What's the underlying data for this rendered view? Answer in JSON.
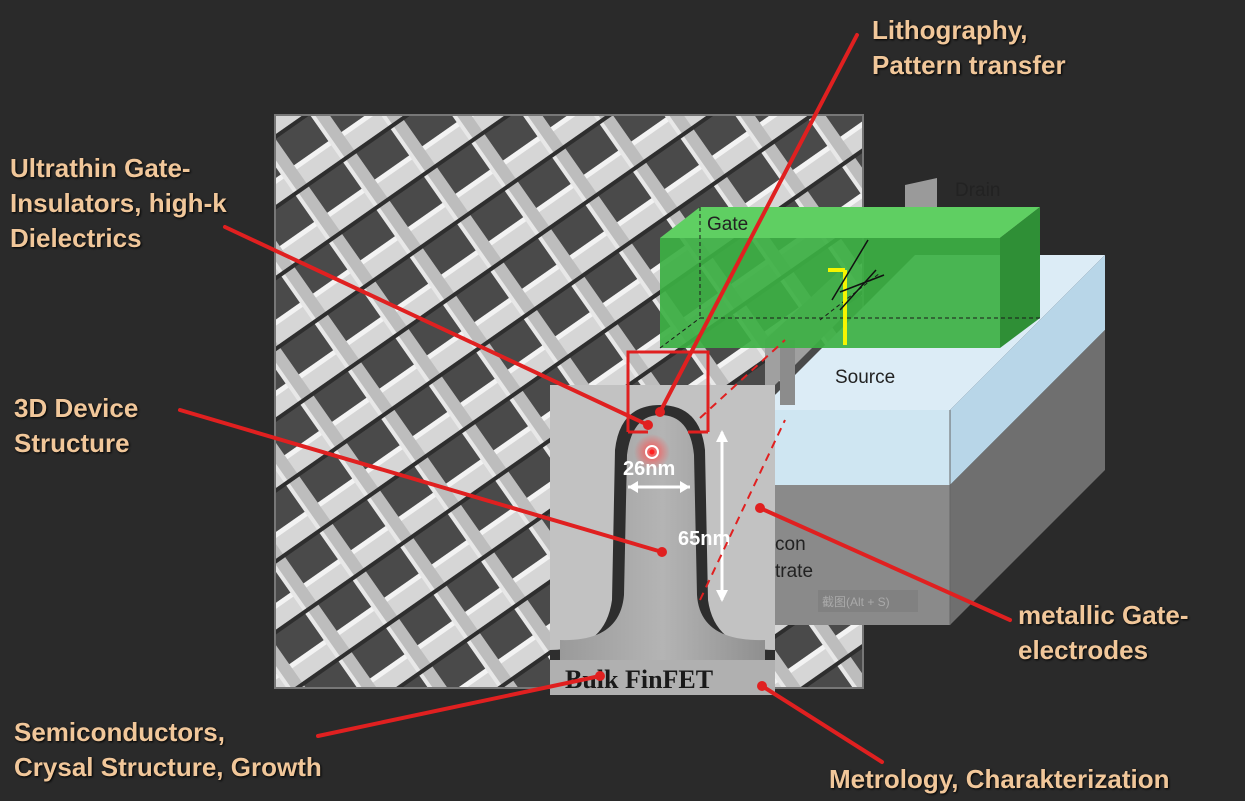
{
  "callouts": {
    "lithography": "Lithography,\nPattern transfer",
    "gate_insulators": "Ultrathin Gate-\nInsulators, high-k\nDielectrics",
    "device_structure": "3D Device\nStructure",
    "metallic_gate": "metallic Gate-\nelectrodes",
    "semiconductors": "Semiconductors,\nCrysal Structure, Growth",
    "metrology": "Metrology, Charakterization"
  },
  "figure": {
    "drain_label": "Drain",
    "gate_label": "Gate",
    "source_label": "Source",
    "substrate_label_1": "con",
    "substrate_label_2": "trate",
    "width_label": "26nm",
    "height_label": "65nm",
    "finfet_label": "Bulk FinFET",
    "watermark": "截图(Alt + S)"
  },
  "colors": {
    "background": "#2a2a2a",
    "callout_text": "#f1c79a",
    "pointer_line": "#e02020",
    "gate_green": "#3cb043",
    "substrate_blue": "#cfe6f2"
  }
}
